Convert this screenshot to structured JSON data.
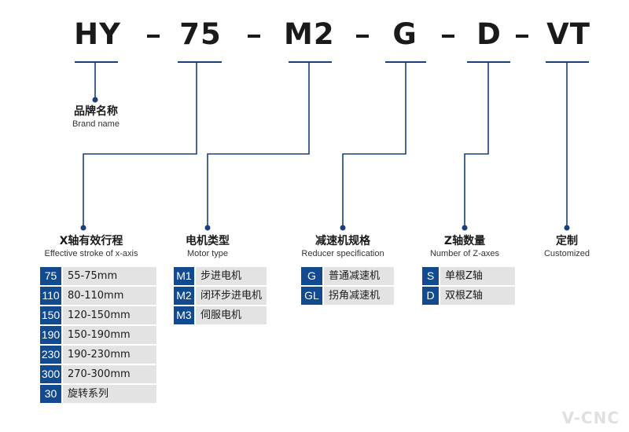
{
  "code": {
    "parts": [
      "HY",
      "75",
      "M2",
      "G",
      "D",
      "VT"
    ]
  },
  "brand": {
    "zh": "品牌名称",
    "en": "Brand name"
  },
  "categories": [
    {
      "zh": "X轴有效行程",
      "en": "Effective stroke of x-axis",
      "options": [
        {
          "code": "75",
          "desc": "55-75mm"
        },
        {
          "code": "110",
          "desc": "80-110mm"
        },
        {
          "code": "150",
          "desc": "120-150mm"
        },
        {
          "code": "190",
          "desc": "150-190mm"
        },
        {
          "code": "230",
          "desc": "190-230mm"
        },
        {
          "code": "300",
          "desc": "270-300mm"
        },
        {
          "code": "30",
          "desc": "旋转系列"
        }
      ]
    },
    {
      "zh": "电机类型",
      "en": "Motor type",
      "options": [
        {
          "code": "M1",
          "desc": "步进电机"
        },
        {
          "code": "M2",
          "desc": "闭环步进电机"
        },
        {
          "code": "M3",
          "desc": "伺服电机"
        }
      ]
    },
    {
      "zh": "减速机规格",
      "en": "Reducer specification",
      "options": [
        {
          "code": "G",
          "desc": "普通减速机"
        },
        {
          "code": "GL",
          "desc": "拐角减速机"
        }
      ]
    },
    {
      "zh": "Z轴数量",
      "en": "Number of Z-axes",
      "options": [
        {
          "code": "S",
          "desc": "单根Z轴"
        },
        {
          "code": "D",
          "desc": "双根Z轴"
        }
      ]
    },
    {
      "zh": "定制",
      "en": "Customized",
      "options": []
    }
  ],
  "watermark": "V-CNC",
  "colors": {
    "accent": "#114a8e",
    "line": "#1b3f7a",
    "cell": "#e3e3e3"
  }
}
